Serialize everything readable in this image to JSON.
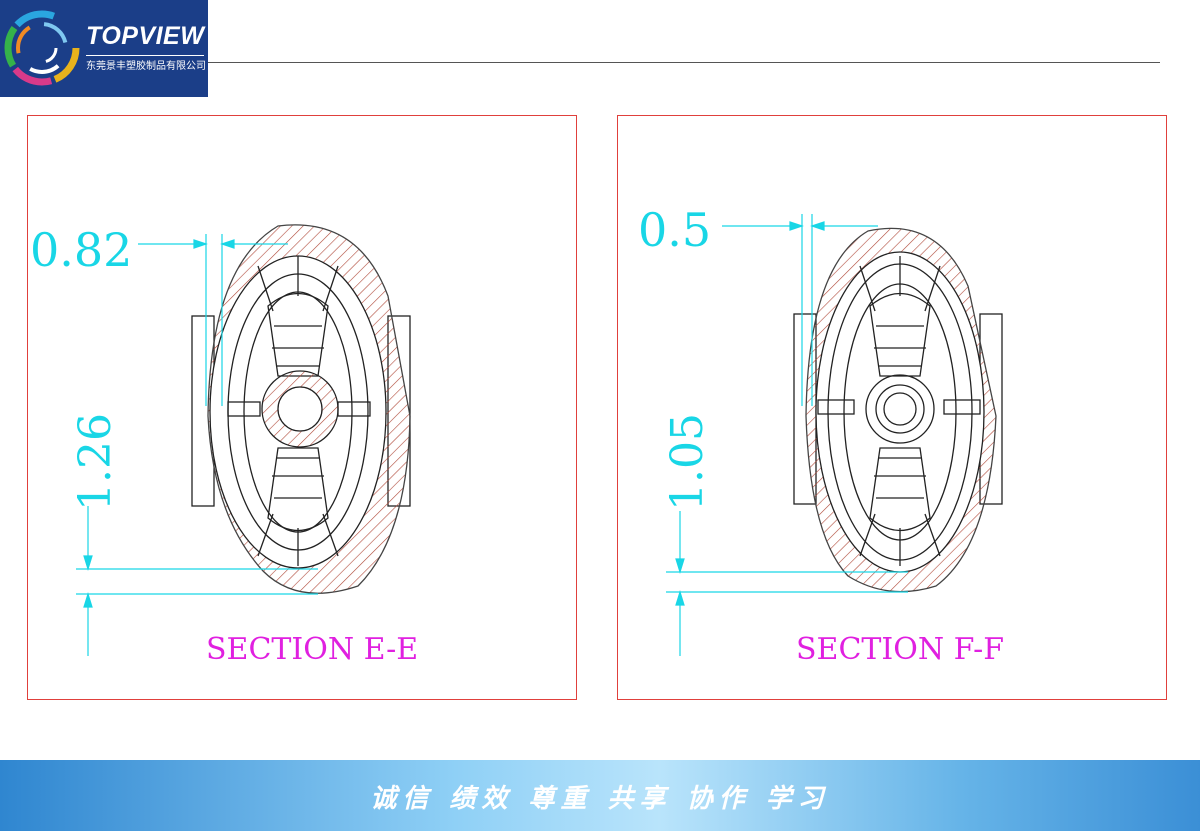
{
  "header": {
    "brand_name": "TOPVIEW",
    "company_name": "东莞景丰塑胶制品有限公司",
    "logo_icon": "swirl-ring-logo-icon"
  },
  "panels": [
    {
      "id": "ee",
      "section_label": "SECTION E-E",
      "dim_wall": "0.82",
      "dim_bottom": "1.26"
    },
    {
      "id": "ff",
      "section_label": "SECTION F-F",
      "dim_wall": "0.5",
      "dim_bottom": "1.05"
    }
  ],
  "footer": {
    "slogan": "诚信 绩效 尊重 共享 协作 学习"
  },
  "colors": {
    "logo_bg": "#1b3e88",
    "panel_border": "#e0403c",
    "dimension": "#19d6e6",
    "section_label": "#e020e0",
    "hatch": "#b04a3a",
    "footer_band": "#8fd0f6"
  }
}
